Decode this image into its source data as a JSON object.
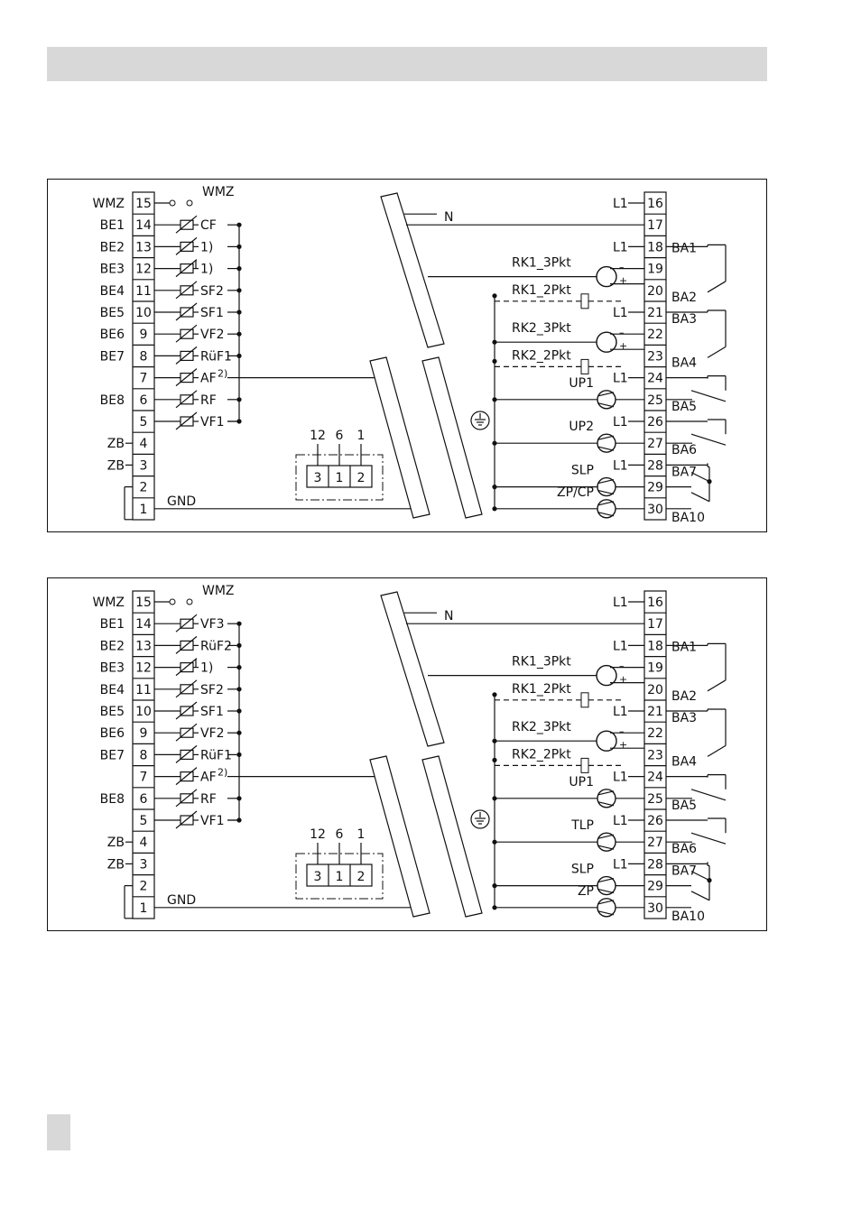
{
  "diagrams": [
    {
      "left_labels": [
        {
          "num": "15",
          "label": "WMZ",
          "sensor": "WMZ",
          "kind": "switch"
        },
        {
          "num": "14",
          "label": "BE1",
          "sensor": "CF",
          "kind": "sensor"
        },
        {
          "num": "13",
          "label": "BE2",
          "sensor": "1)",
          "kind": "sensor"
        },
        {
          "num": "12",
          "label": "BE3",
          "sensor": "1)",
          "kind": "pot"
        },
        {
          "num": "11",
          "label": "BE4",
          "sensor": "SF2",
          "kind": "sensor"
        },
        {
          "num": "10",
          "label": "BE5",
          "sensor": "SF1",
          "kind": "sensor"
        },
        {
          "num": "9",
          "label": "BE6",
          "sensor": "VF2",
          "kind": "sensor"
        },
        {
          "num": "8",
          "label": "BE7",
          "sensor": "RüF1",
          "kind": "sensor"
        },
        {
          "num": "7",
          "label": "",
          "sensor": "AF",
          "kind": "sensor"
        },
        {
          "num": "6",
          "label": "BE8",
          "sensor": "RF",
          "kind": "sensor"
        },
        {
          "num": "5",
          "label": "",
          "sensor": "VF1",
          "kind": "sensor"
        },
        {
          "num": "4",
          "label": "ZB",
          "sensor": "",
          "kind": "none"
        },
        {
          "num": "3",
          "label": "ZB",
          "sensor": "",
          "kind": "none"
        },
        {
          "num": "2",
          "label": "",
          "sensor": "",
          "kind": "none"
        },
        {
          "num": "1",
          "label": "",
          "sensor": "GND",
          "kind": "gnd"
        }
      ],
      "af_note": "2)",
      "right_terminals": [
        "16",
        "17",
        "18",
        "19",
        "20",
        "21",
        "22",
        "23",
        "24",
        "25",
        "26",
        "27",
        "28",
        "29",
        "30"
      ],
      "l1_labels": [
        "L1",
        "L1",
        "L1",
        "L1",
        "L1",
        "L1"
      ],
      "n_label": "N",
      "ba_labels": [
        "BA1",
        "BA2",
        "BA3",
        "BA4",
        "BA5",
        "BA6",
        "BA7",
        "BA10"
      ],
      "rk": [
        "RK1_3Pkt",
        "RK1_2Pkt",
        "RK2_3Pkt",
        "RK2_2Pkt"
      ],
      "pumps": [
        "UP1",
        "UP2",
        "SLP",
        "ZP/CP"
      ],
      "connector_top": [
        "12",
        "6",
        "1"
      ],
      "connector_pins": [
        "3",
        "1",
        "2"
      ],
      "motor_signs": [
        "–",
        "+"
      ]
    },
    {
      "left_labels": [
        {
          "num": "15",
          "label": "WMZ",
          "sensor": "WMZ",
          "kind": "switch"
        },
        {
          "num": "14",
          "label": "BE1",
          "sensor": "VF3",
          "kind": "sensor"
        },
        {
          "num": "13",
          "label": "BE2",
          "sensor": "RüF2",
          "kind": "sensor"
        },
        {
          "num": "12",
          "label": "BE3",
          "sensor": "1)",
          "kind": "pot"
        },
        {
          "num": "11",
          "label": "BE4",
          "sensor": "SF2",
          "kind": "sensor"
        },
        {
          "num": "10",
          "label": "BE5",
          "sensor": "SF1",
          "kind": "sensor"
        },
        {
          "num": "9",
          "label": "BE6",
          "sensor": "VF2",
          "kind": "sensor"
        },
        {
          "num": "8",
          "label": "BE7",
          "sensor": "RüF1",
          "kind": "sensor"
        },
        {
          "num": "7",
          "label": "",
          "sensor": "AF",
          "kind": "sensor"
        },
        {
          "num": "6",
          "label": "BE8",
          "sensor": "RF",
          "kind": "sensor"
        },
        {
          "num": "5",
          "label": "",
          "sensor": "VF1",
          "kind": "sensor"
        },
        {
          "num": "4",
          "label": "ZB",
          "sensor": "",
          "kind": "none"
        },
        {
          "num": "3",
          "label": "ZB",
          "sensor": "",
          "kind": "none"
        },
        {
          "num": "2",
          "label": "",
          "sensor": "",
          "kind": "none"
        },
        {
          "num": "1",
          "label": "",
          "sensor": "GND",
          "kind": "gnd"
        }
      ],
      "af_note": "2)",
      "right_terminals": [
        "16",
        "17",
        "18",
        "19",
        "20",
        "21",
        "22",
        "23",
        "24",
        "25",
        "26",
        "27",
        "28",
        "29",
        "30"
      ],
      "l1_labels": [
        "L1",
        "L1",
        "L1",
        "L1",
        "L1",
        "L1"
      ],
      "n_label": "N",
      "ba_labels": [
        "BA1",
        "BA2",
        "BA3",
        "BA4",
        "BA5",
        "BA6",
        "BA7",
        "BA10"
      ],
      "rk": [
        "RK1_3Pkt",
        "RK1_2Pkt",
        "RK2_3Pkt",
        "RK2_2Pkt"
      ],
      "pumps": [
        "UP1",
        "TLP",
        "SLP",
        "ZP"
      ],
      "connector_top": [
        "12",
        "6",
        "1"
      ],
      "connector_pins": [
        "3",
        "1",
        "2"
      ],
      "motor_signs": [
        "–",
        "+"
      ]
    }
  ]
}
